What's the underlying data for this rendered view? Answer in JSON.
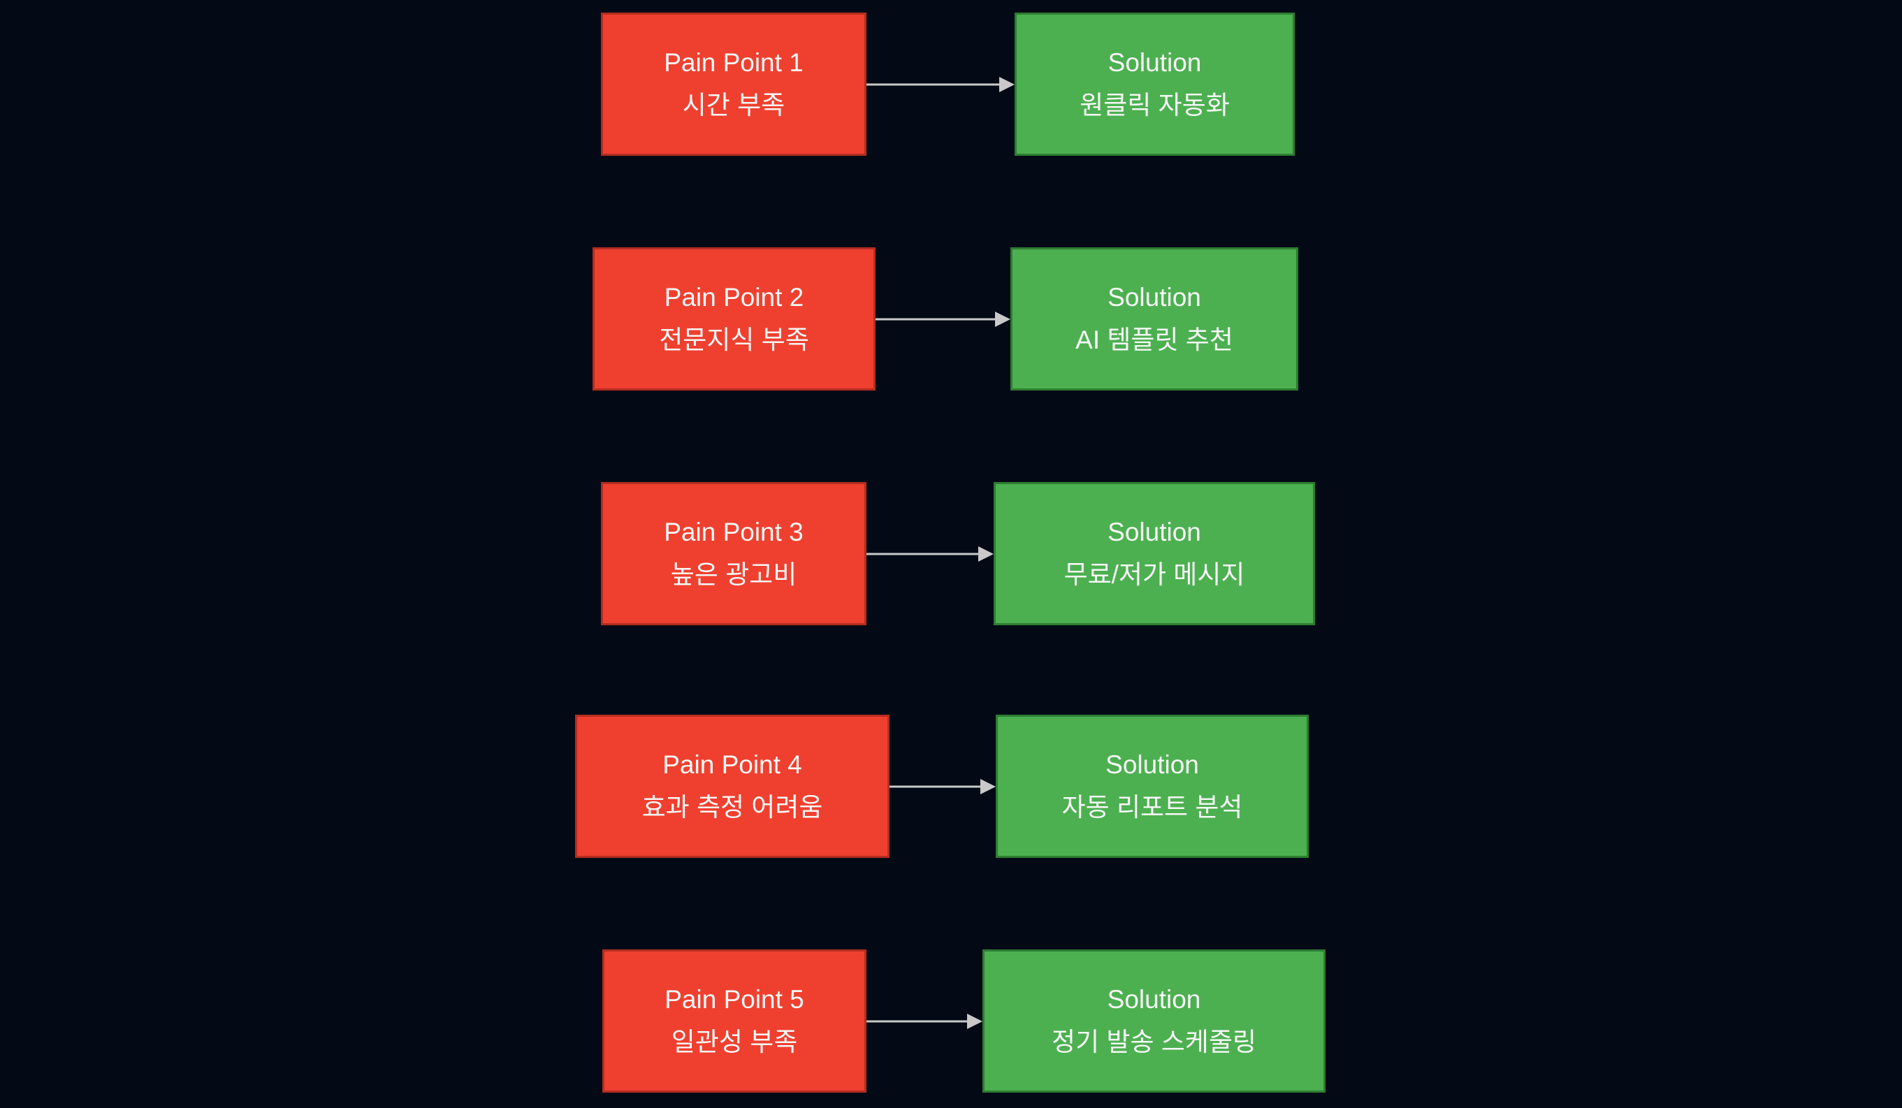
{
  "colors": {
    "background": "#040a15",
    "pain_fill": "#ef402f",
    "pain_border": "#b52d20",
    "solution_fill": "#4cb050",
    "solution_border": "#2e7d32",
    "arrow": "#c9c9c9",
    "text": "#f7f7f7"
  },
  "rows": [
    {
      "pain_title": "Pain Point 1",
      "pain_text": "시간 부족",
      "solution_title": "Solution",
      "solution_text": "원클릭 자동화"
    },
    {
      "pain_title": "Pain Point 2",
      "pain_text": "전문지식 부족",
      "solution_title": "Solution",
      "solution_text": "AI 템플릿 추천"
    },
    {
      "pain_title": "Pain Point 3",
      "pain_text": "높은 광고비",
      "solution_title": "Solution",
      "solution_text": "무료/저가 메시지"
    },
    {
      "pain_title": "Pain Point 4",
      "pain_text": "효과 측정 어려움",
      "solution_title": "Solution",
      "solution_text": "자동 리포트 분석"
    },
    {
      "pain_title": "Pain Point 5",
      "pain_text": "일관성 부족",
      "solution_title": "Solution",
      "solution_text": "정기 발송 스케줄링"
    }
  ]
}
